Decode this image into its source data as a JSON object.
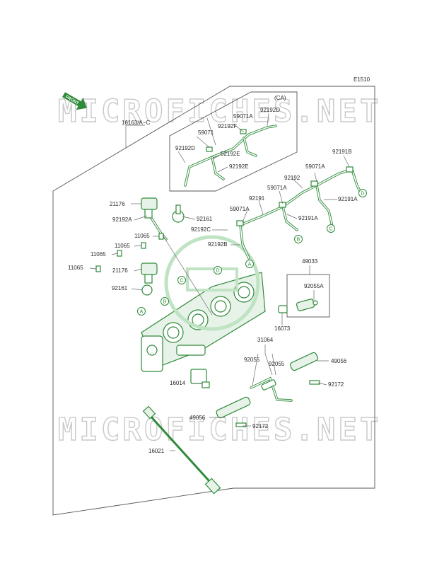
{
  "diagram_code": "E1510",
  "front_label": "FRONT",
  "watermark": "MICROFICHES.NET",
  "variant_note": "(CA)",
  "parts": {
    "p16163": "16163/A~C",
    "p92192D_top": "92192D",
    "p59071A_top": "59071A",
    "p92192F": "92192F",
    "p59071_top": "59071",
    "p92192D_left": "92192D",
    "p92192E_a": "92192E",
    "p92192E_b": "92192E",
    "p92191B": "92191B",
    "p59071A_r1": "59071A",
    "p92192": "92192",
    "p59071A_r2": "59071A",
    "p92191A_a": "92191A",
    "p92191": "92191",
    "p59071A_r3": "59071A",
    "p92191A_b": "92191A",
    "p21176_a": "21176",
    "p92192A": "92192A",
    "p92161_a": "92161",
    "p92192C": "92192C",
    "p92192B": "92192B",
    "p11065_a": "11065",
    "p11065_b": "11065",
    "p11065_c": "11065",
    "p11065_d": "11065",
    "p21176_b": "21176",
    "p92161_b": "92161",
    "p49033": "49033",
    "p92055A": "92055A",
    "p16073": "16073",
    "p31064": "31064",
    "p92055_a": "92055",
    "p92055_b": "92055",
    "p49056_a": "49056",
    "p92172_a": "92172",
    "p16014": "16014",
    "p49056_b": "49056",
    "p92172_b": "92172",
    "p16021": "16021"
  },
  "callouts": {
    "A": "A",
    "B": "B",
    "C": "C",
    "D": "D"
  }
}
